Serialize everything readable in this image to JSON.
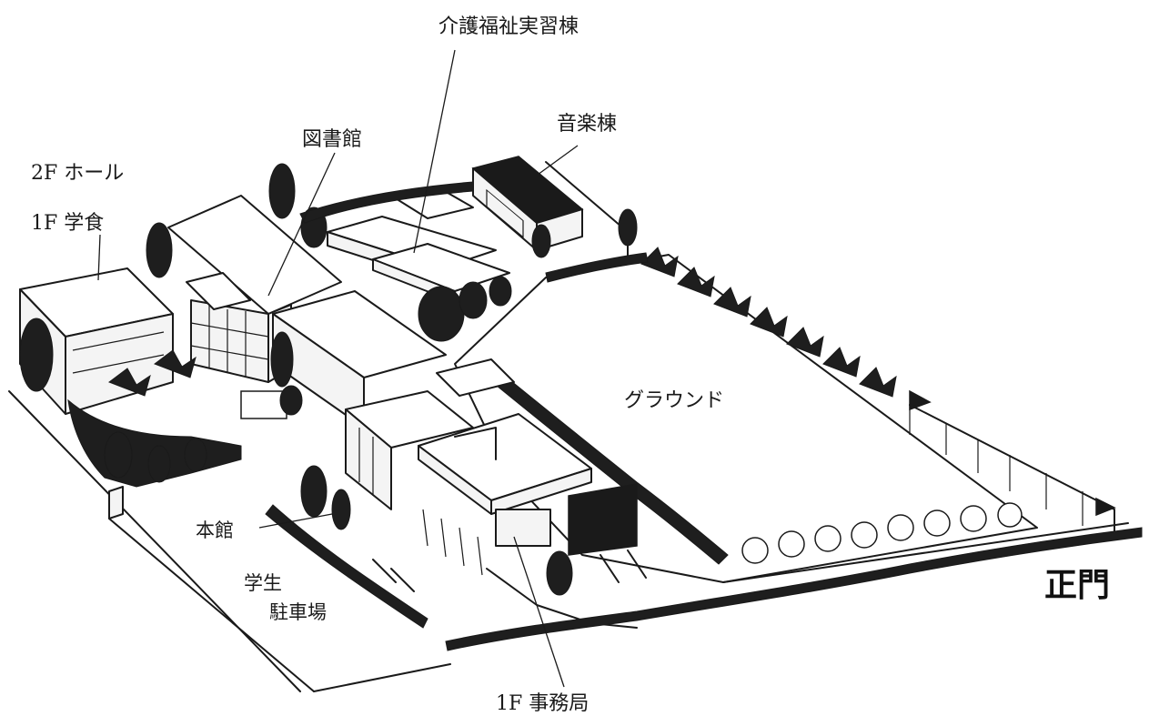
{
  "labels": {
    "care_welfare_building": "介護福祉実習棟",
    "music_building": "音楽棟",
    "library": "図書館",
    "hall_2f": "2F ホール",
    "cafeteria_1f": "1F 学食",
    "ground": "グラウンド",
    "main_building": "本館",
    "student_parking_line1": "学生",
    "student_parking_line2": "駐車場",
    "office_1f": "1F 事務局",
    "main_gate": "正門"
  }
}
